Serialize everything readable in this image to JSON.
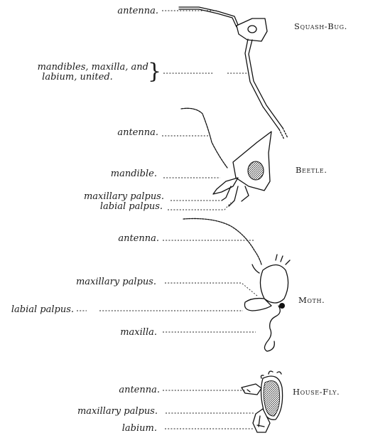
{
  "sections": [
    {
      "title": "Squash-Bug.",
      "labels": [
        "antenna.",
        "mandibles, maxilla, and",
        "labium, united."
      ]
    },
    {
      "title": "Beetle.",
      "labels": [
        "antenna.",
        "mandible.",
        "maxillary palpus.",
        "labial palpus."
      ]
    },
    {
      "title": "Moth.",
      "labels": [
        "antenna.",
        "maxillary palpus.",
        "labial palpus.",
        "maxilla."
      ]
    },
    {
      "title": "House-Fly.",
      "labels": [
        "antenna.",
        "maxillary palpus.",
        "labium."
      ]
    }
  ]
}
